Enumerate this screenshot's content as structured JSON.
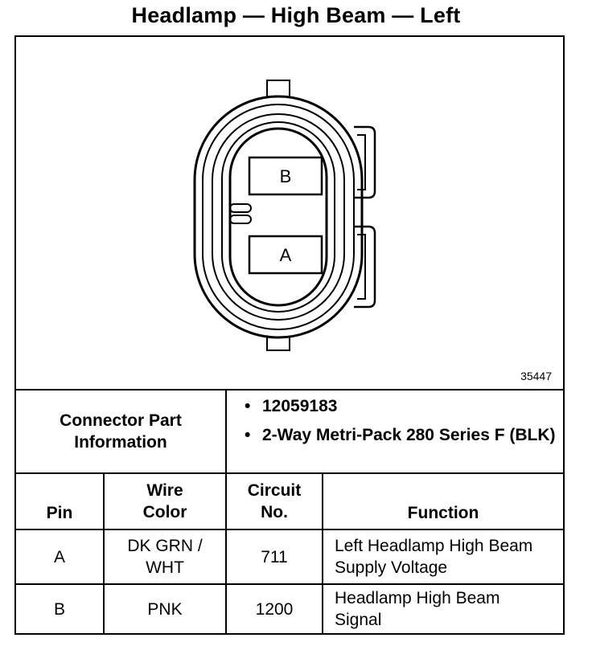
{
  "title": "Headlamp — High Beam — Left",
  "figure_number": "35447",
  "connector": {
    "pins": [
      {
        "label": "B"
      },
      {
        "label": "A"
      }
    ]
  },
  "part_info": {
    "label": "Connector Part Information",
    "items": [
      "12059183",
      "2-Way Metri-Pack 280 Series F (BLK)"
    ]
  },
  "table": {
    "headers": {
      "pin": "Pin",
      "wire_color": "Wire Color",
      "circuit": "Circuit No.",
      "function": "Function"
    },
    "rows": [
      {
        "pin": "A",
        "wire_color": "DK GRN / WHT",
        "circuit": "711",
        "function": "Left Headlamp High Beam Supply Voltage"
      },
      {
        "pin": "B",
        "wire_color": "PNK",
        "circuit": "1200",
        "function": "Headlamp High Beam Signal"
      }
    ]
  }
}
